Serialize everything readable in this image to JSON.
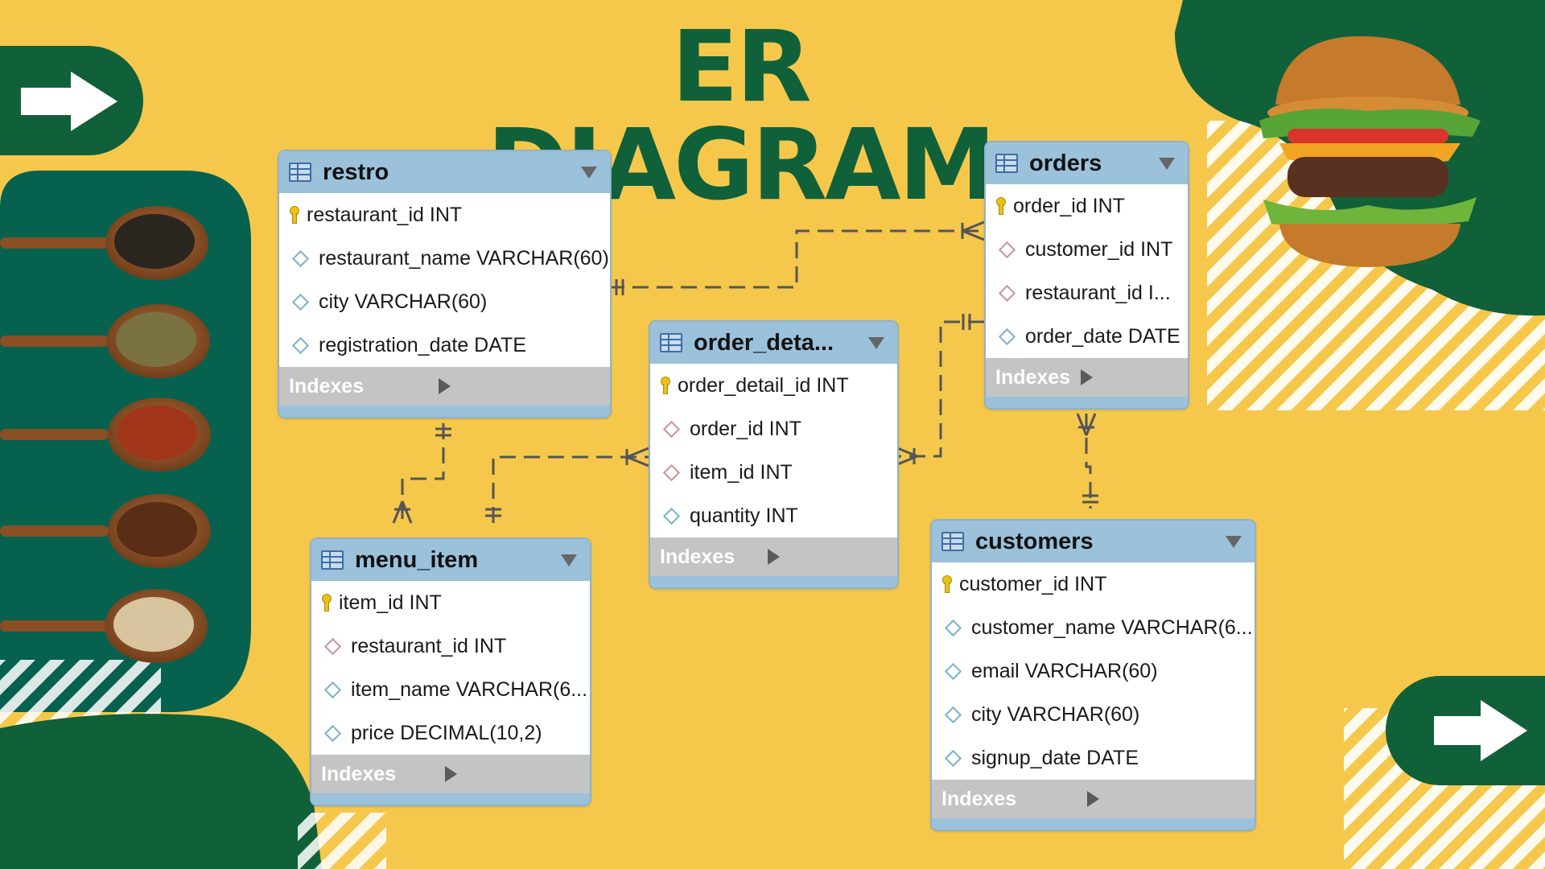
{
  "title": "ER DIAGRAM",
  "index_label": "Indexes",
  "tables": {
    "restro": {
      "name": "restro",
      "columns": [
        {
          "text": "restaurant_id INT",
          "kind": "pk"
        },
        {
          "text": "restaurant_name VARCHAR(60)",
          "kind": "col"
        },
        {
          "text": "city VARCHAR(60)",
          "kind": "col"
        },
        {
          "text": "registration_date DATE",
          "kind": "col"
        }
      ]
    },
    "orders": {
      "name": "orders",
      "columns": [
        {
          "text": "order_id INT",
          "kind": "pk"
        },
        {
          "text": "customer_id INT",
          "kind": "fk"
        },
        {
          "text": "restaurant_id I...",
          "kind": "fk"
        },
        {
          "text": "order_date DATE",
          "kind": "col"
        }
      ]
    },
    "order_details": {
      "name": "order_deta...",
      "columns": [
        {
          "text": "order_detail_id INT",
          "kind": "pk"
        },
        {
          "text": "order_id INT",
          "kind": "fk"
        },
        {
          "text": "item_id INT",
          "kind": "fk"
        },
        {
          "text": "quantity INT",
          "kind": "col"
        }
      ]
    },
    "menu_item": {
      "name": "menu_item",
      "columns": [
        {
          "text": "item_id INT",
          "kind": "pk"
        },
        {
          "text": "restaurant_id INT",
          "kind": "fk"
        },
        {
          "text": "item_name VARCHAR(6...",
          "kind": "col"
        },
        {
          "text": "price DECIMAL(10,2)",
          "kind": "col"
        }
      ]
    },
    "customers": {
      "name": "customers",
      "columns": [
        {
          "text": "customer_id INT",
          "kind": "pk"
        },
        {
          "text": "customer_name VARCHAR(6...",
          "kind": "col"
        },
        {
          "text": "email VARCHAR(60)",
          "kind": "col"
        },
        {
          "text": "city VARCHAR(60)",
          "kind": "col"
        },
        {
          "text": "signup_date DATE",
          "kind": "col"
        }
      ]
    }
  },
  "relationships": [
    {
      "from": "restro",
      "to": "orders",
      "cardinality": "one-to-many"
    },
    {
      "from": "restro",
      "to": "menu_item",
      "cardinality": "one-to-many"
    },
    {
      "from": "menu_item",
      "to": "order_details",
      "cardinality": "one-to-many"
    },
    {
      "from": "orders",
      "to": "order_details",
      "cardinality": "one-to-many"
    },
    {
      "from": "customers",
      "to": "orders",
      "cardinality": "one-to-many"
    }
  ],
  "colors": {
    "background": "#f5c84c",
    "dark_green": "#10603a",
    "teal_green": "#07614f",
    "table_header": "#9bc1db",
    "index_bar": "#c4c4c4"
  },
  "decor": {
    "images": [
      "black-pepper-spoon",
      "cumin-spoon",
      "saffron-spoon",
      "star-anise-spoon",
      "nutmeg-spoon",
      "burger"
    ],
    "icons": [
      "arrow-right-icon"
    ]
  }
}
